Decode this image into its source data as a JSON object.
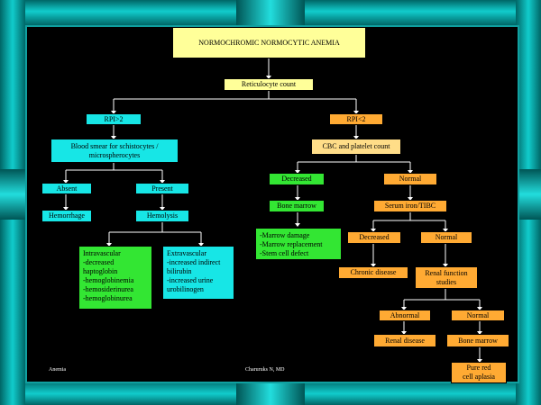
{
  "boxes": {
    "title": "NORMOCHROMIC NORMOCYTIC ANEMIA",
    "reticulocyte": "Reticulocyte count",
    "rpi_gt2": "RPI>2",
    "rpi_lt2": "RPI<2",
    "blood_smear": "Blood smear for schistocytes /\nmicrospherocytes",
    "cbc": "CBC and platelet count",
    "absent": "Absent",
    "present": "Present",
    "hemorrhage": "Hemorrhage",
    "hemolysis": "Hemolysis",
    "intravascular": "Intravascular\n-decreased\n haptoglobin\n-hemoglobinemia\n-hemosiderinurea\n-hemoglobinurea",
    "extravascular": "Extravascular\n-increased indirect\n bilirubin\n-increased urine\n urobilinogen",
    "decreased_cbc": "Decreased",
    "normal_cbc": "Normal",
    "bone_marrow_1": "Bone marrow",
    "serum_iron": "Serum iron/TIBC",
    "marrow_notes": "-Marrow damage\n-Marrow replacement\n-Stem cell defect",
    "decreased_iron": "Decreased",
    "normal_iron": "Normal",
    "chronic": "Chronic disease",
    "renal_studies": "Renal function\nstudies",
    "abnormal": "Abnormal",
    "normal_renal": "Normal",
    "renal_disease": "Renal disease",
    "bone_marrow_2": "Bone marrow",
    "pure_red": "Pure red\ncell aplasia"
  },
  "footer": {
    "left": "Anemia",
    "center": "Charuruks N, MD"
  },
  "colors": {
    "frame": "#0fb8b8",
    "frame_light": "#40e0e0",
    "cyan_box": "#17e6e6",
    "yellow_box": "#ffff99",
    "green_box": "#33e633",
    "orange_box": "#ffaa33"
  }
}
